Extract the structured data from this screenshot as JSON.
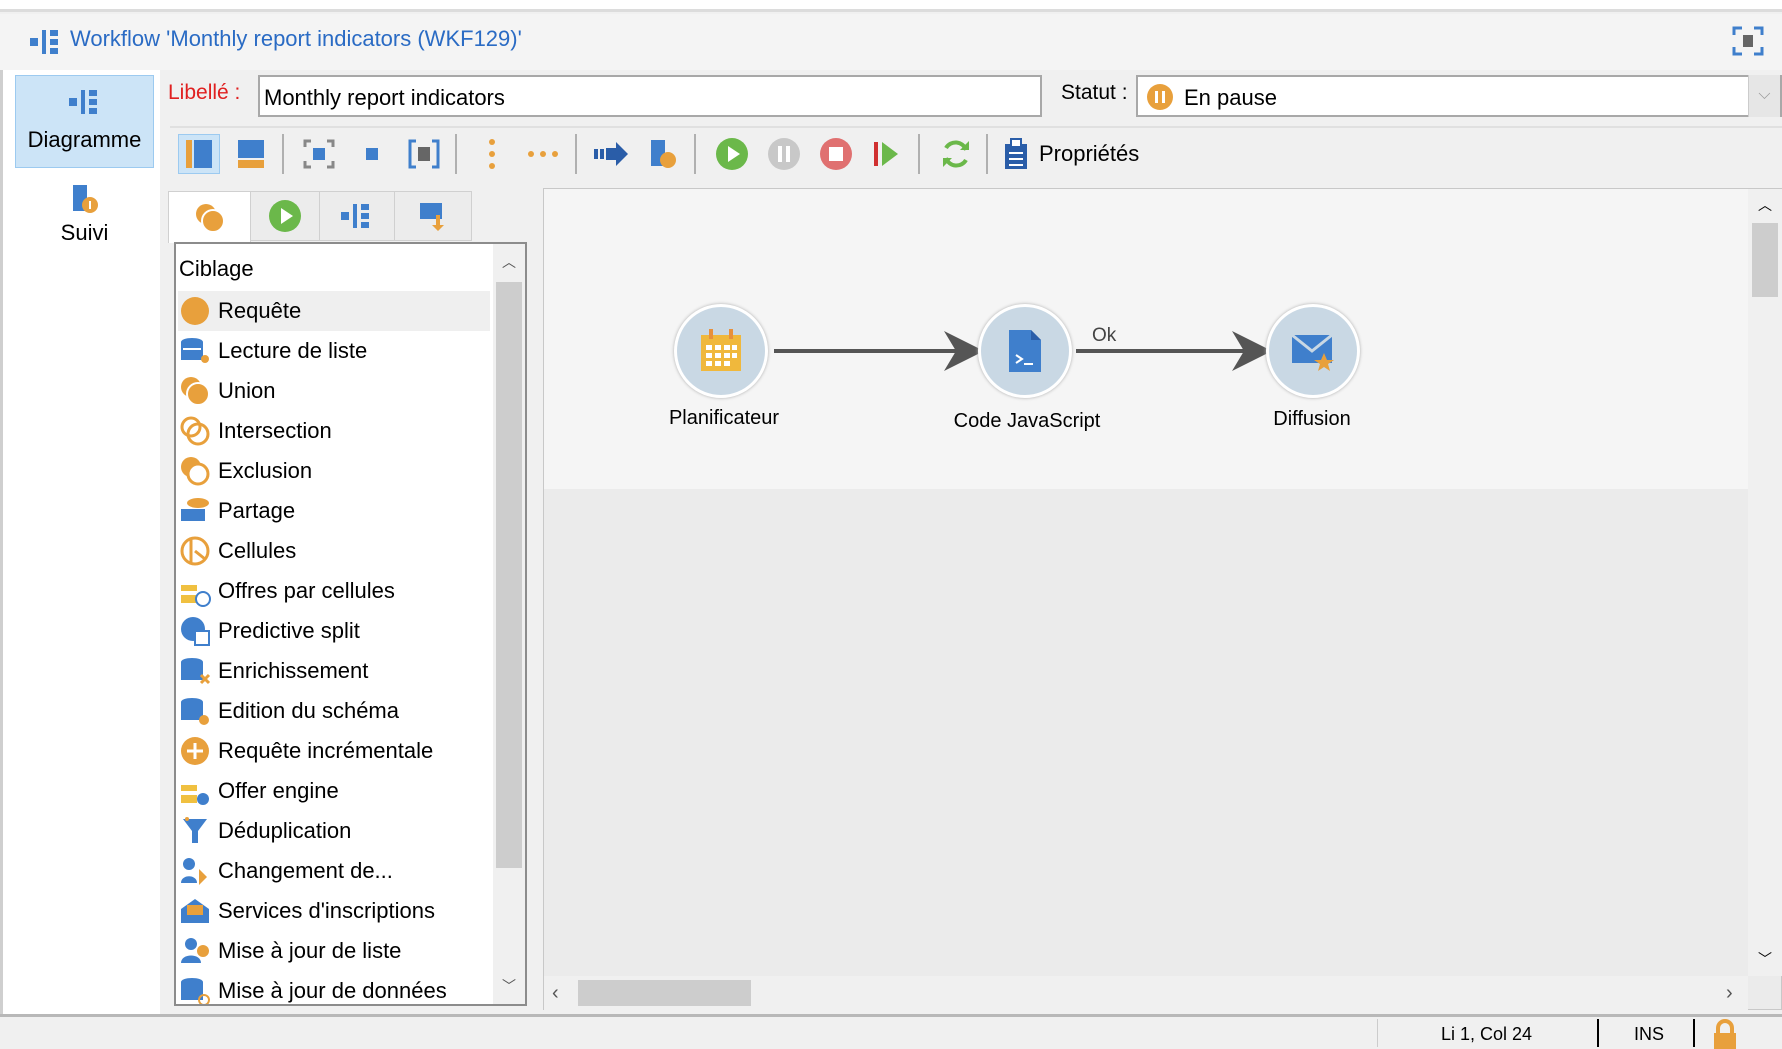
{
  "window": {
    "title": "Workflow 'Monthly report indicators (WKF129)'"
  },
  "sidebar": {
    "items": [
      {
        "label": "Diagramme",
        "icon": "workflow-icon",
        "active": true
      },
      {
        "label": "Suivi",
        "icon": "tracking-icon"
      }
    ]
  },
  "form": {
    "label_caption": "Libellé :",
    "label_value": "Monthly report indicators",
    "status_caption": "Statut :",
    "status_value": "En pause"
  },
  "toolbar": {
    "properties_label": "Propriétés"
  },
  "palette": {
    "group": "Ciblage",
    "items": [
      "Requête",
      "Lecture de liste",
      "Union",
      "Intersection",
      "Exclusion",
      "Partage",
      "Cellules",
      "Offres par cellules",
      "Predictive split",
      "Enrichissement",
      "Edition du schéma",
      "Requête incrémentale",
      "Offer engine",
      "Déduplication",
      "Changement de...",
      "Services d'inscriptions",
      "Mise à jour de liste",
      "Mise à jour de données"
    ]
  },
  "diagram": {
    "nodes": [
      {
        "label": "Planificateur",
        "icon": "calendar-icon"
      },
      {
        "label": "Code JavaScript",
        "icon": "script-icon"
      },
      {
        "label": "Diffusion",
        "icon": "delivery-icon"
      }
    ],
    "transitions": [
      {
        "label": ""
      },
      {
        "label": "Ok"
      }
    ]
  },
  "statusbar": {
    "position": "Li 1, Col  24",
    "mode": "INS"
  },
  "colors": {
    "orange": "#e8a03c",
    "blue": "#3f7fcc",
    "green": "#6bb84a",
    "red": "#e07070"
  }
}
